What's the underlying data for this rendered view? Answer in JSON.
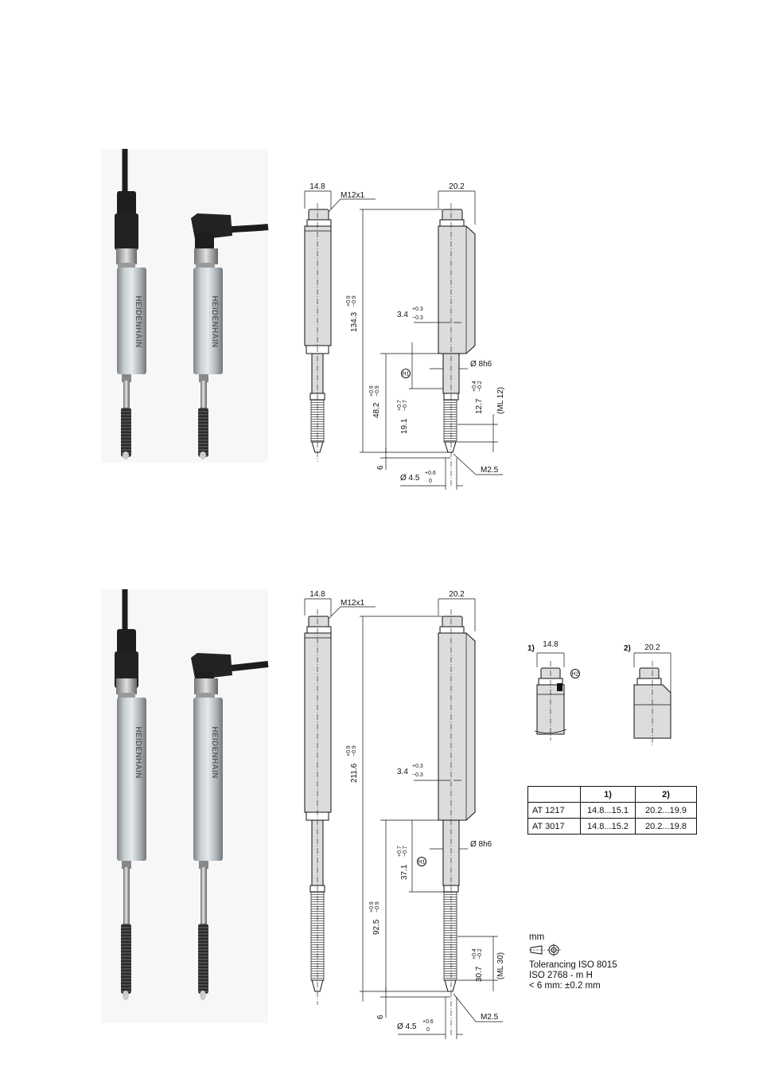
{
  "brand_text": "HEIDENHAIN",
  "drawing_top": {
    "width_left": "14.8",
    "thread_label": "M12x1",
    "width_right": "20.2",
    "length_total": "134.3",
    "length_total_tol_plus": "+0.9",
    "length_total_tol_minus": "−0.9",
    "offset": "3.4",
    "offset_tol_plus": "+0.3",
    "offset_tol_minus": "−0.3",
    "shaft_diameter": "Ø 8h6",
    "datum_marker": "H1",
    "stroke_length": "48.2",
    "stroke_tol_plus": "+0.9",
    "stroke_tol_minus": "−0.9",
    "clamp_length": "19.1",
    "clamp_tol_plus": "+0.7",
    "clamp_tol_minus": "−0.7",
    "measure_length": "12.7",
    "measure_tol_plus": "+0.4",
    "measure_tol_minus": "−0.2",
    "ml_label": "(ML 12)",
    "tip_offset": "6",
    "tip_diameter": "Ø 4.5",
    "tip_tol_plus": "+0.6",
    "tip_tol_minus": "0",
    "tip_thread": "M2.5"
  },
  "drawing_bottom": {
    "width_left": "14.8",
    "thread_label": "M12x1",
    "width_right": "20.2",
    "length_total": "211.6",
    "length_total_tol_plus": "+0.9",
    "length_total_tol_minus": "−0.9",
    "offset": "3.4",
    "offset_tol_plus": "+0.3",
    "offset_tol_minus": "−0.3",
    "shaft_diameter": "Ø 8h6",
    "datum_marker": "H1",
    "clamp_length": "37.1",
    "clamp_tol_plus": "+0.7",
    "clamp_tol_minus": "−0.7",
    "stroke_length": "92.5",
    "stroke_tol_plus": "+0.9",
    "stroke_tol_minus": "−0.9",
    "measure_length": "30.7",
    "measure_tol_plus": "+0.4",
    "measure_tol_minus": "−0.2",
    "ml_label": "(ML 30)",
    "tip_offset": "6",
    "tip_diameter": "Ø 4.5",
    "tip_tol_plus": "+0.6",
    "tip_tol_minus": "0",
    "tip_thread": "M2.5"
  },
  "details": {
    "detail1_label": "1)",
    "detail1_width": "14.8",
    "detail1_marker": "H2",
    "detail2_label": "2)",
    "detail2_width": "20.2"
  },
  "variant_table": {
    "headers": [
      "",
      "1)",
      "2)"
    ],
    "rows": [
      [
        "AT 1217",
        "14.8...15.1",
        "20.2...19.9"
      ],
      [
        "AT 3017",
        "14.8...15.2",
        "20.2...19.8"
      ]
    ]
  },
  "legend": {
    "unit": "mm",
    "line1": "Tolerancing ISO 8015",
    "line2": "ISO 2768 - m H",
    "line3": "< 6 mm: ±0.2 mm"
  }
}
